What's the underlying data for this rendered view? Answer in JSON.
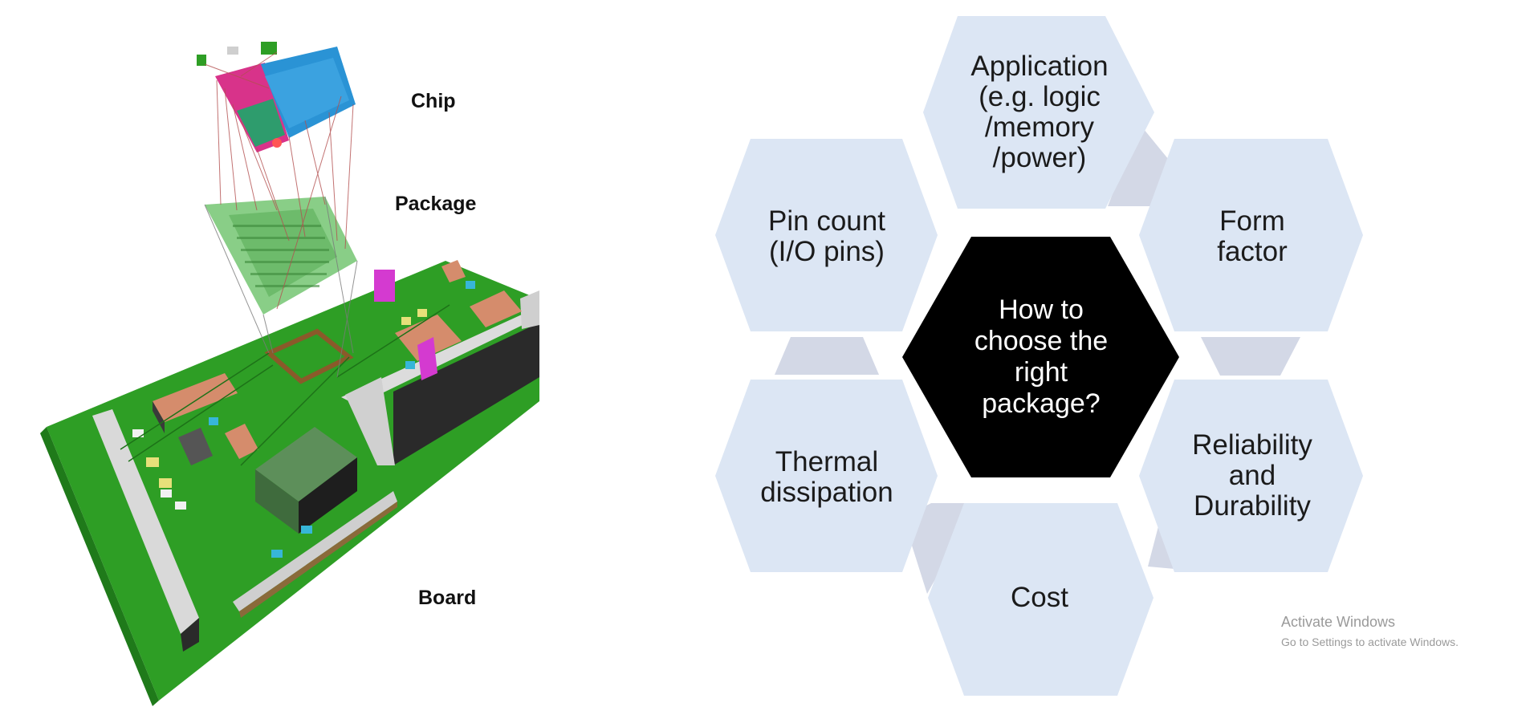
{
  "labels": {
    "chip": "Chip",
    "package": "Package",
    "board": "Board"
  },
  "hexagons": {
    "center": "How to\nchoose the\nright\npackage?",
    "top": "Application\n(e.g. logic\n/memory\n/power)",
    "top_right": "Form\nfactor",
    "bottom_right": "Reliability\nand\nDurability",
    "bottom": "Cost",
    "bottom_left": "Thermal\ndissipation",
    "top_left": "Pin count\n(I/O pins)"
  },
  "watermark": {
    "title": "Activate Windows",
    "subtitle": "Go to Settings to activate Windows."
  },
  "colors": {
    "outer_hex": "#dce6f4",
    "connector": "#d3d8e6",
    "center_hex": "#000000",
    "board_green": "#2e9e25",
    "package_green": "#7cc97a",
    "chip_pink": "#d8338a",
    "chip_blue": "#2a93d5"
  }
}
